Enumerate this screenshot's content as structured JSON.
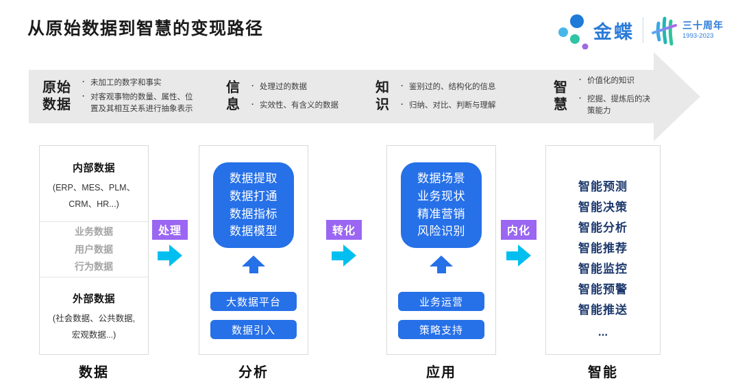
{
  "title": "从原始数据到智慧的变现路径",
  "logo": {
    "brand": "金蝶",
    "anniversary": "三十周年",
    "years": "1993-2023"
  },
  "banner": {
    "stages": [
      {
        "name": "原始\n数据",
        "bullets": [
          "未加工的数字和事实",
          "对客观事物的数量、属性、位置及其相互关系进行抽象表示"
        ]
      },
      {
        "name": "信\n息",
        "bullets": [
          "处理过的数据",
          "实效性、有含义的数据"
        ]
      },
      {
        "name": "知\n识",
        "bullets": [
          "鉴别过的、结构化的信息",
          "归纳、对比、判断与理解"
        ]
      },
      {
        "name": "智\n慧",
        "bullets": [
          "价值化的知识",
          "挖掘、提炼后的决策能力"
        ]
      }
    ]
  },
  "columns": {
    "data": {
      "sections": [
        {
          "title": "内部数据",
          "detail": "(ERP、MES、PLM、\nCRM、HR...)"
        },
        {
          "items": [
            "业务数据",
            "用户数据",
            "行为数据"
          ]
        },
        {
          "title": "外部数据",
          "detail": "(社会数据、公共数据,\n宏观数据...)"
        }
      ]
    },
    "analysis": {
      "box": "数据提取\n数据打通\n数据指标\n数据模型",
      "buttons": [
        "大数据平台",
        "数据引入"
      ]
    },
    "application": {
      "box": "数据场景\n业务现状\n精准营销\n风险识别",
      "buttons": [
        "业务运营",
        "策略支持"
      ]
    },
    "intelligence": {
      "items": [
        "智能预测",
        "智能决策",
        "智能分析",
        "智能推荐",
        "智能监控",
        "智能预警",
        "智能推送"
      ],
      "ellipsis": "..."
    }
  },
  "connectors": [
    {
      "label": "处理"
    },
    {
      "label": "转化"
    },
    {
      "label": "内化"
    }
  ],
  "footers": [
    "数据",
    "分析",
    "应用",
    "智能"
  ],
  "colors": {
    "accent_blue": "#2670e8",
    "cyan_arrow": "#00bff0",
    "purple_label": "#9a66f2",
    "navy_text": "#1e3a6e",
    "banner_gray": "#e9e9e9",
    "brand_blue": "#2b7bd8"
  }
}
